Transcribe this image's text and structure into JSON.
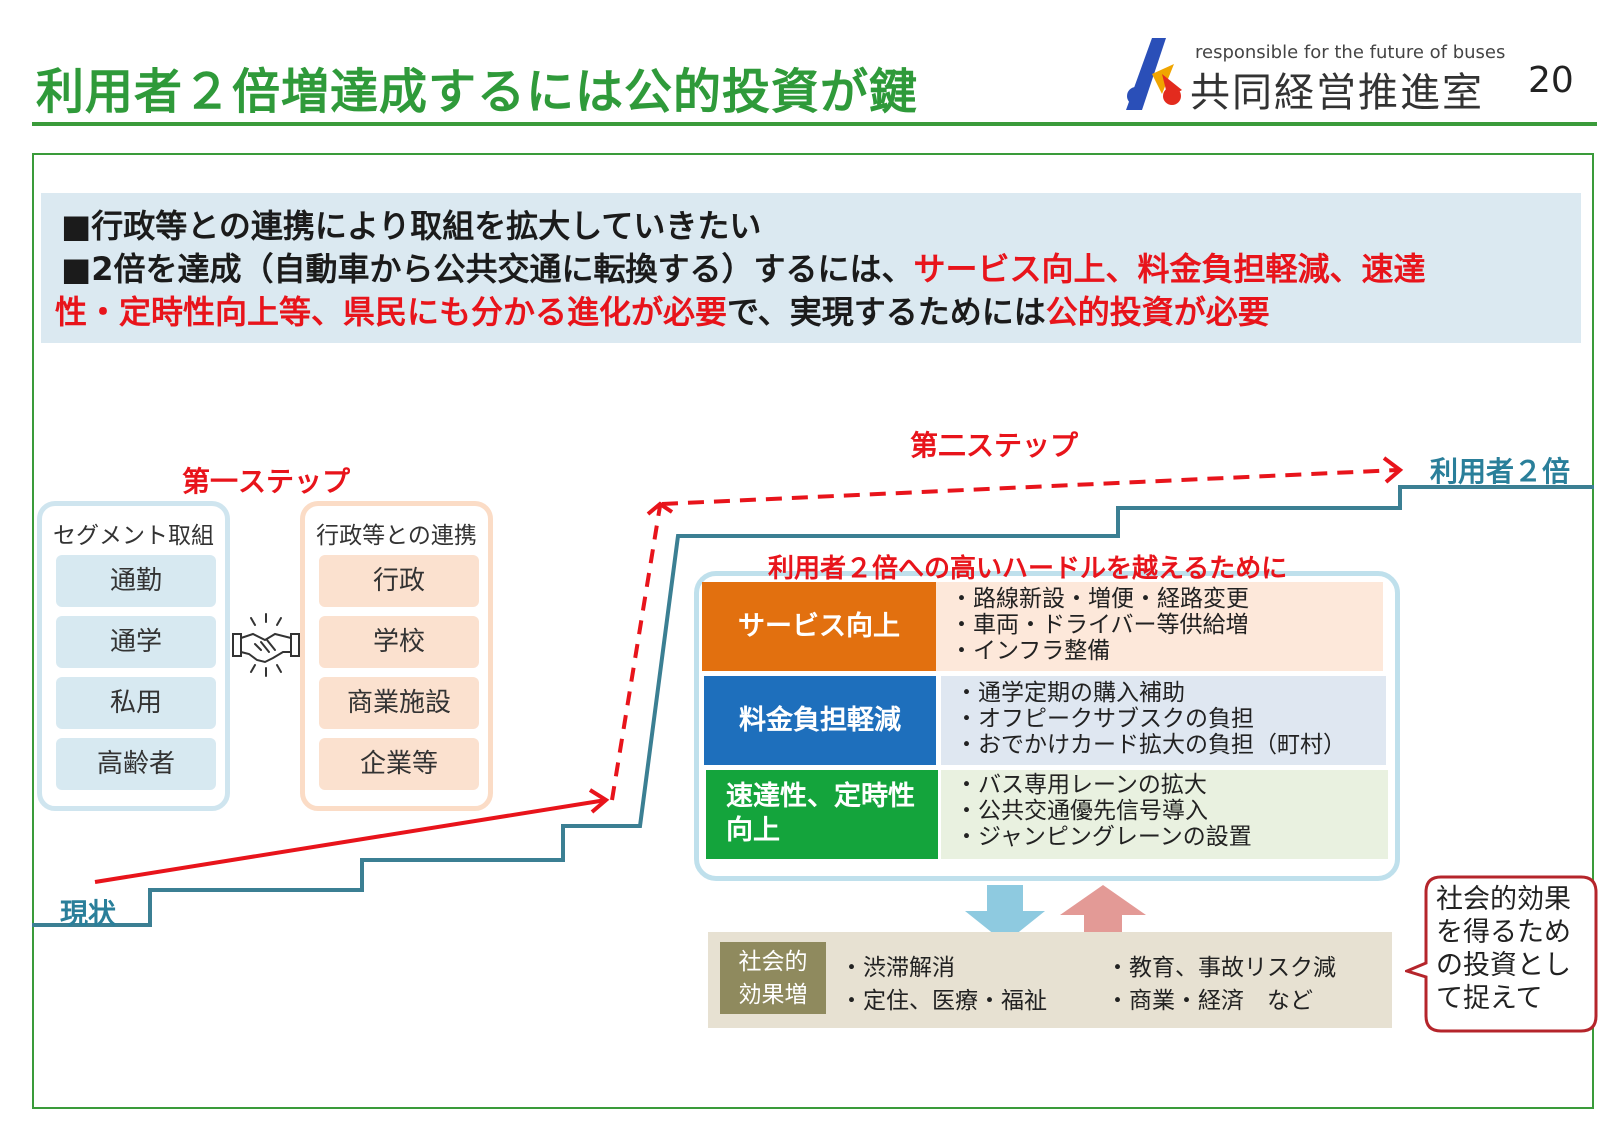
{
  "header": {
    "title": "利用者２倍増達成するには公的投資が鍵",
    "logo_tagline": "responsible for the future of buses",
    "logo_name": "共同経営推進室",
    "page_number": "20"
  },
  "message": {
    "line1": "■行政等との連携により取組を拡大していきたい",
    "line2_prefix": "■2倍を達成（自動車から公共交通に転換する）するには、",
    "line2_red": "サービス向上、料金負担軽減、速達",
    "line3_red1": "性・定時性向上等、県民にも分かる進化が必要",
    "line3_mid": "で、実現するためには",
    "line3_red2": "公的投資が必要"
  },
  "steps": {
    "step1": "第一ステップ",
    "step2": "第二ステップ",
    "current": "現状",
    "target": "利用者２倍"
  },
  "segment_panel": {
    "title": "セグメント取組",
    "items": [
      "通勤",
      "通学",
      "私用",
      "高齢者"
    ]
  },
  "government_panel": {
    "title": "行政等との連携",
    "items": [
      "行政",
      "学校",
      "商業施設",
      "企業等"
    ]
  },
  "icons": {
    "handshake": "handshake-icon"
  },
  "hurdles": {
    "title": "利用者２倍への高いハードルを越えるために",
    "rows": [
      {
        "label": "サービス向上",
        "details": [
          "・路線新設・増便・経路変更",
          "・車両・ドライバー等供給増",
          "・インフラ整備"
        ]
      },
      {
        "label": "料金負担軽減",
        "details": [
          "・通学定期の購入補助",
          "・オフピークサブスクの負担",
          "・おでかけカード拡大の負担（町村）"
        ]
      },
      {
        "label_line1": "速達性、定時性",
        "label_line2": "向上",
        "details": [
          "・バス専用レーンの拡大",
          "・公共交通優先信号導入",
          "・ジャンピングレーンの設置"
        ]
      }
    ]
  },
  "social": {
    "label_line1": "社会的",
    "label_line2": "効果増",
    "items": [
      "・渋滞解消",
      "・定住、医療・福祉",
      "・教育、事故リスク減",
      "・商業・経済　など"
    ]
  },
  "callout": {
    "line1": "社会的効果",
    "line2": "を得るため",
    "line3": "の投資とし",
    "line4": "て捉えて"
  },
  "colors": {
    "title_green": "#2f9a3a",
    "accent_red": "#e8141b",
    "stair_teal": "#3b7f93",
    "orange": "#e2700f",
    "blue": "#1e6fbc",
    "green": "#14a43c",
    "olive": "#8f8a5e"
  }
}
